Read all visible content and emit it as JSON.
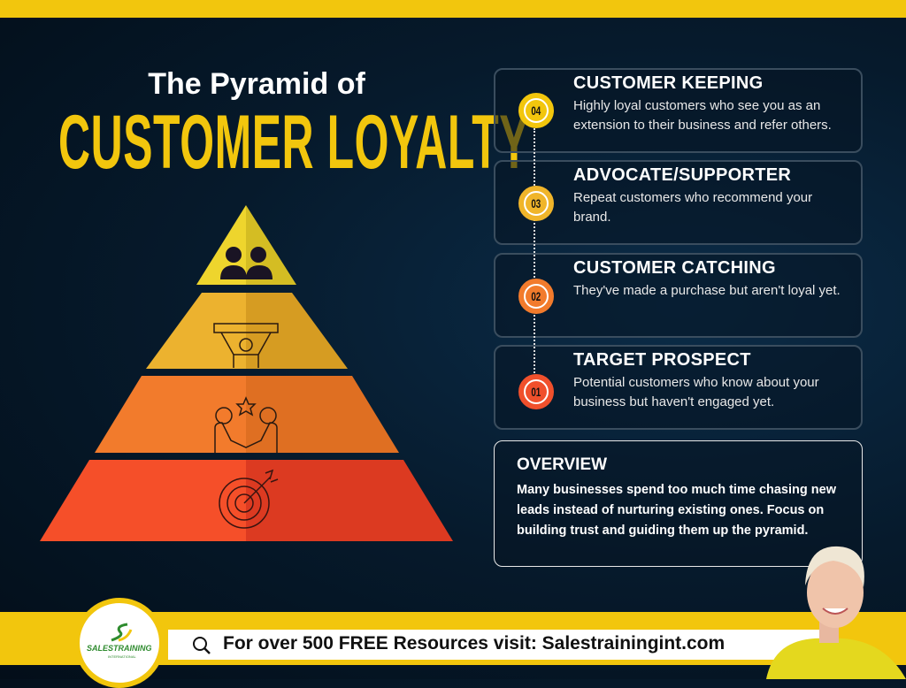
{
  "title": {
    "line1": "The Pyramid of",
    "line2": "CUSTOMER LOYALTY"
  },
  "pyramid": {
    "tiers": [
      {
        "level": 4,
        "icon": "customers-icon",
        "color_left": "#eed52d",
        "color_right": "#d4bd23"
      },
      {
        "level": 3,
        "icon": "cheering-fan-icon",
        "color_left": "#ecb22f",
        "color_right": "#d69c22"
      },
      {
        "level": 2,
        "icon": "handshake-icon",
        "color_left": "#f27b2c",
        "color_right": "#df6f22"
      },
      {
        "level": 1,
        "icon": "target-icon",
        "color_left": "#f54f29",
        "color_right": "#dc3a21"
      }
    ]
  },
  "stages": [
    {
      "number": "04",
      "title": "CUSTOMER KEEPING",
      "description": "Highly loyal customers who see you as an extension to their business and refer others.",
      "color": "#f2c60d"
    },
    {
      "number": "03",
      "title": "ADVOCATE/SUPPORTER",
      "description": "Repeat customers who recommend your brand.",
      "color": "#f0b52a"
    },
    {
      "number": "02",
      "title": "CUSTOMER CATCHING",
      "description": "They've made a purchase but aren't loyal yet.",
      "color": "#f27b2c"
    },
    {
      "number": "01",
      "title": "TARGET PROSPECT",
      "description": "Potential customers who know about your business but haven't engaged yet.",
      "color": "#f0502c"
    }
  ],
  "overview": {
    "title": "OVERVIEW",
    "text": "Many businesses spend too much time chasing new leads instead of nurturing existing ones. Focus on building trust and guiding them up the pyramid."
  },
  "footer": {
    "logo_text": "SALESTRAINING",
    "logo_sub": "INTERNATIONAL",
    "cta": "For over 500 FREE Resources visit: Salestrainingint.com"
  },
  "colors": {
    "accent": "#f2c60d",
    "background": "#061a2c"
  }
}
